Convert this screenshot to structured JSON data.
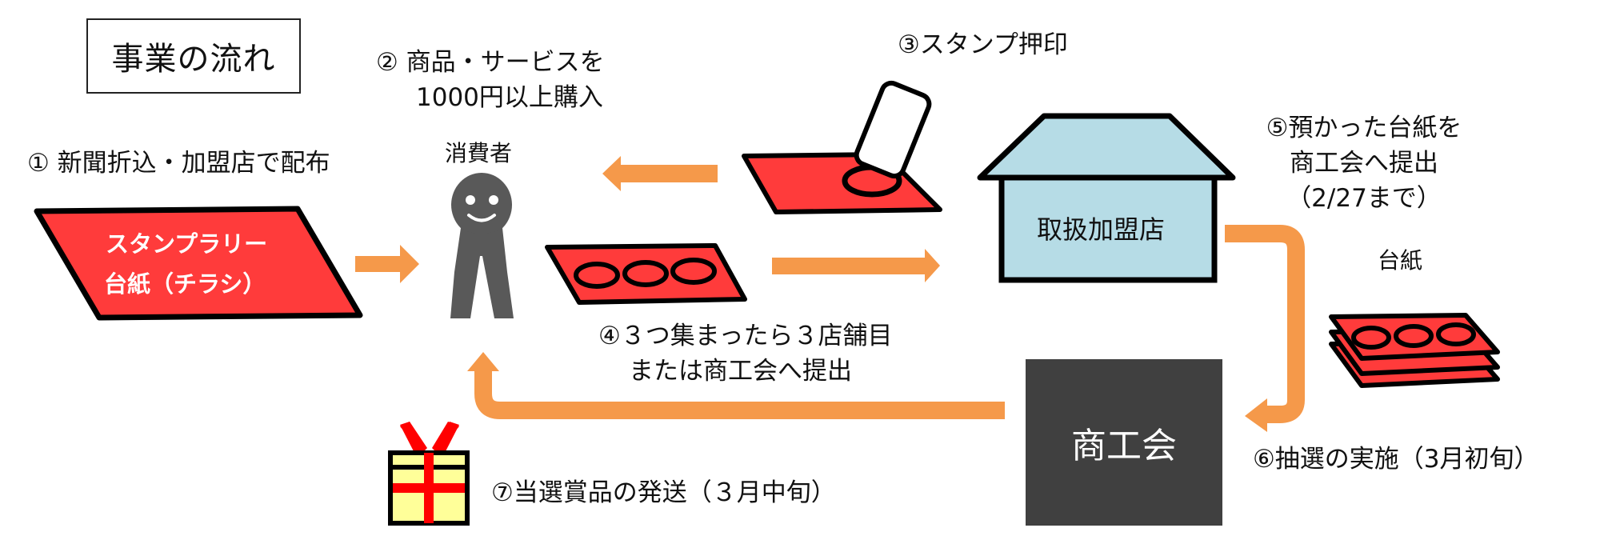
{
  "title": "事業の流れ",
  "colors": {
    "card_red": "#ff3b3b",
    "arrow_orange": "#f5994a",
    "person_gray": "#595959",
    "house_blue": "#b6dce6",
    "chamber_dark": "#404040",
    "gift_yellow": "#ffff99",
    "ribbon_red": "#ff0000"
  },
  "steps": {
    "step1": "① 新聞折込・加盟店で配布",
    "step2_line1": "② 商品・サービスを",
    "step2_line2": "1000円以上購入",
    "step3": "③スタンプ押印",
    "step4_line1": "④３つ集まったら３店舗目",
    "step4_line2": "または商工会へ提出",
    "step5_line1": "⑤預かった台紙を",
    "step5_line2": "商工会へ提出",
    "step5_line3": "（2/27まで）",
    "step6": "⑥抽選の実施（3月初旬）",
    "step7": "⑦当選賞品の発送（３月中旬）"
  },
  "nodes": {
    "flyer_line1": "スタンプラリー",
    "flyer_line2": "台紙（チラシ）",
    "consumer": "消費者",
    "shop": "取扱加盟店",
    "chamber": "商工会",
    "card_stack": "台紙"
  },
  "icons": {
    "person": "person-icon",
    "stamp": "stamp-icon",
    "house": "house-icon",
    "gift": "gift-icon",
    "card": "stamp-card-icon"
  }
}
